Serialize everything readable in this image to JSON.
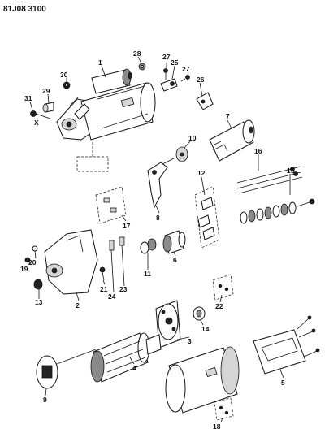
{
  "header": {
    "code": "81J08 3100"
  },
  "callouts": {
    "n1": "1",
    "n2": "2",
    "n3": "3",
    "n4": "4",
    "n5": "5",
    "n6": "6",
    "n7": "7",
    "n8": "8",
    "n9": "9",
    "n10": "10",
    "n11": "11",
    "n12": "12",
    "n13": "13",
    "n14": "14",
    "n15": "15",
    "n16": "16",
    "n17": "17",
    "n18": "18",
    "n19": "19",
    "n20": "20",
    "n21": "21",
    "n22": "22",
    "n23": "23",
    "n24": "24",
    "n25": "25",
    "n26": "26",
    "n27a": "27",
    "n27b": "27",
    "n28": "28",
    "n29": "29",
    "n30": "30",
    "n31": "31",
    "x": "X"
  },
  "colors": {
    "ink": "#111111",
    "paper": "#ffffff"
  }
}
